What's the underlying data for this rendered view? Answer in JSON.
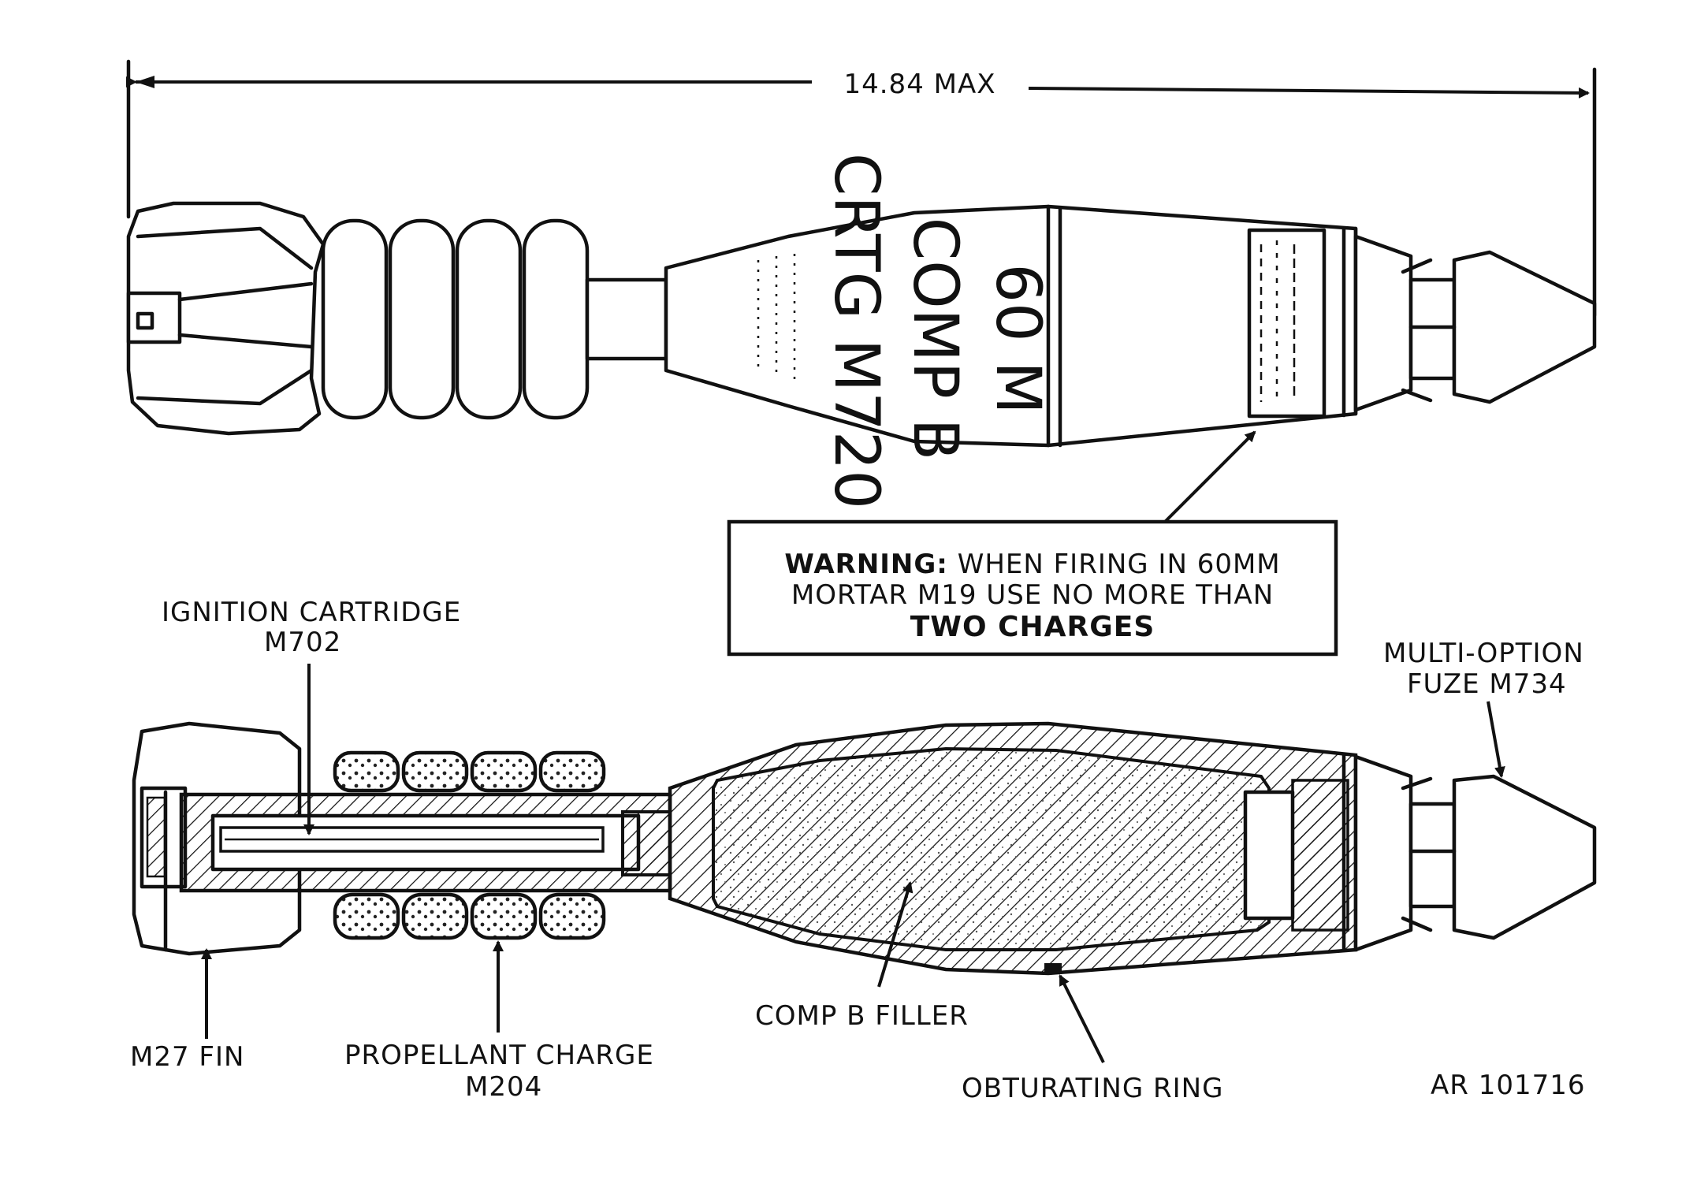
{
  "dimension": {
    "label": "14.84 MAX"
  },
  "round_markings": {
    "line1": "60 M",
    "line2": "COMP B",
    "line3": "CRTG M720"
  },
  "warning": {
    "prefix": "WARNING:",
    "line1": "WHEN FIRING IN 60MM",
    "line2": "MORTAR M19 USE NO MORE THAN",
    "line3": "TWO CHARGES"
  },
  "labels": {
    "ignition_cartridge": "IGNITION CARTRIDGE",
    "ignition_cartridge_model": "M702",
    "fuze": "MULTI-OPTION",
    "fuze_model": "FUZE M734",
    "fin": "M27 FIN",
    "propellant": "PROPELLANT CHARGE",
    "propellant_model": "M204",
    "filler": "COMP B FILLER",
    "obturating_ring": "OBTURATING RING",
    "figure_id": "AR 101716"
  }
}
